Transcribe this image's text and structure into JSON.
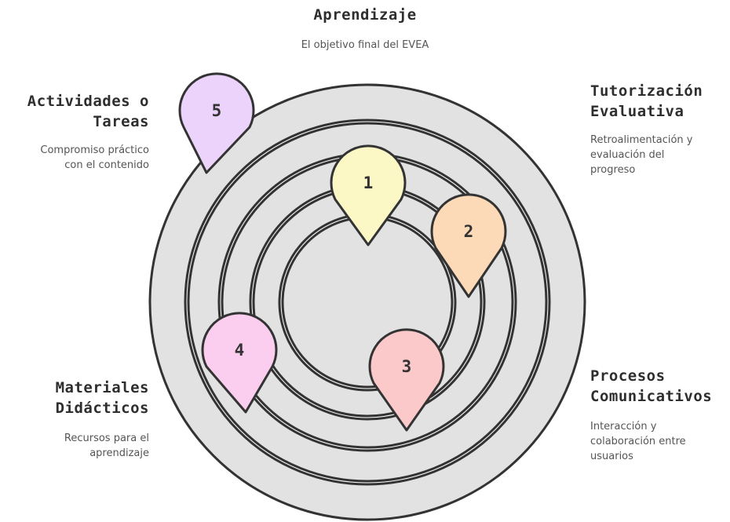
{
  "title": "Aprendizaje",
  "subtitle": "El objetivo final del EVEA",
  "sections": [
    {
      "number": "1",
      "color": "#fcf8c6",
      "heading": "",
      "description": ""
    },
    {
      "number": "2",
      "color": "#fcd9b7",
      "heading_line1": "Tutorización",
      "heading_line2": "Evaluativa",
      "desc_line1": "Retroalimentación y",
      "desc_line2": "evaluación del",
      "desc_line3": "progreso"
    },
    {
      "number": "3",
      "color": "#fbc9c9",
      "heading_line1": "Procesos",
      "heading_line2": "Comunicativos",
      "desc_line1": "Interacción y",
      "desc_line2": "colaboración entre",
      "desc_line3": "usuarios"
    },
    {
      "number": "4",
      "color": "#fbcdef",
      "heading_line1": "Materiales",
      "heading_line2": "Didácticos",
      "desc_line1": "Recursos para el",
      "desc_line2": "aprendizaje"
    },
    {
      "number": "5",
      "color": "#ecd3fb",
      "heading_line1": "Actividades o",
      "heading_line2": "Tareas",
      "desc_line1": "Compromiso práctico",
      "desc_line2": "con el contenido"
    }
  ],
  "ring_color": "#e2e2e2",
  "stroke_color": "#333333"
}
